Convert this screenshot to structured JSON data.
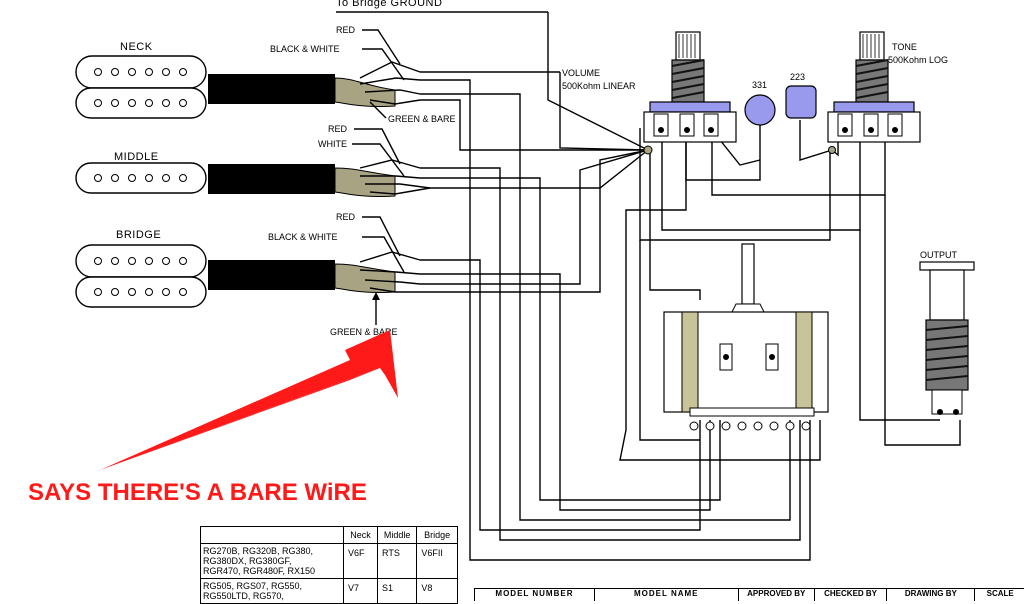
{
  "top_label": "To Bridge GROUND",
  "pickups": {
    "neck": "NECK",
    "middle": "MIDDLE",
    "bridge": "BRIDGE"
  },
  "wires": {
    "neck": [
      "RED",
      "BLACK & WHITE",
      "GREEN & BARE"
    ],
    "middle": [
      "RED",
      "WHITE"
    ],
    "bridge": [
      "RED",
      "BLACK & WHITE",
      "GREEN & BARE"
    ]
  },
  "volume": {
    "name": "VOLUME",
    "spec": "500Kohm LINEAR"
  },
  "tone": {
    "name": "TONE",
    "spec": "500Kohm LOG"
  },
  "capacitors": {
    "c1": "331",
    "c2": "223"
  },
  "output": "OUTPUT",
  "annotation": "SAYS THERE'S A BARE WiRE",
  "table": {
    "headers": [
      "",
      "Neck",
      "Middle",
      "Bridge"
    ],
    "rows": [
      {
        "models": [
          "RG270B, RG320B, RG380,",
          "RG380DX, RG380GF,",
          "RGR470, RGR480F, RX150"
        ],
        "neck": "V6F",
        "middle": "RTS",
        "bridge": "V6FII"
      },
      {
        "models": [
          "RG505, RGS07, RG550,",
          "RG550LTD, RG570,"
        ],
        "neck": "V7",
        "middle": "S1",
        "bridge": "V8"
      }
    ]
  },
  "title_block": [
    "MODEL NUMBER",
    "MODEL NAME",
    "APPROVED BY",
    "CHECKED BY",
    "DRAWING BY",
    "SCALE"
  ],
  "colors": {
    "annotation": "#ff1a1a",
    "wire_sheath": "#a8a383",
    "pot_blue": "#9999ee",
    "switch_body": "#c8c49a"
  }
}
